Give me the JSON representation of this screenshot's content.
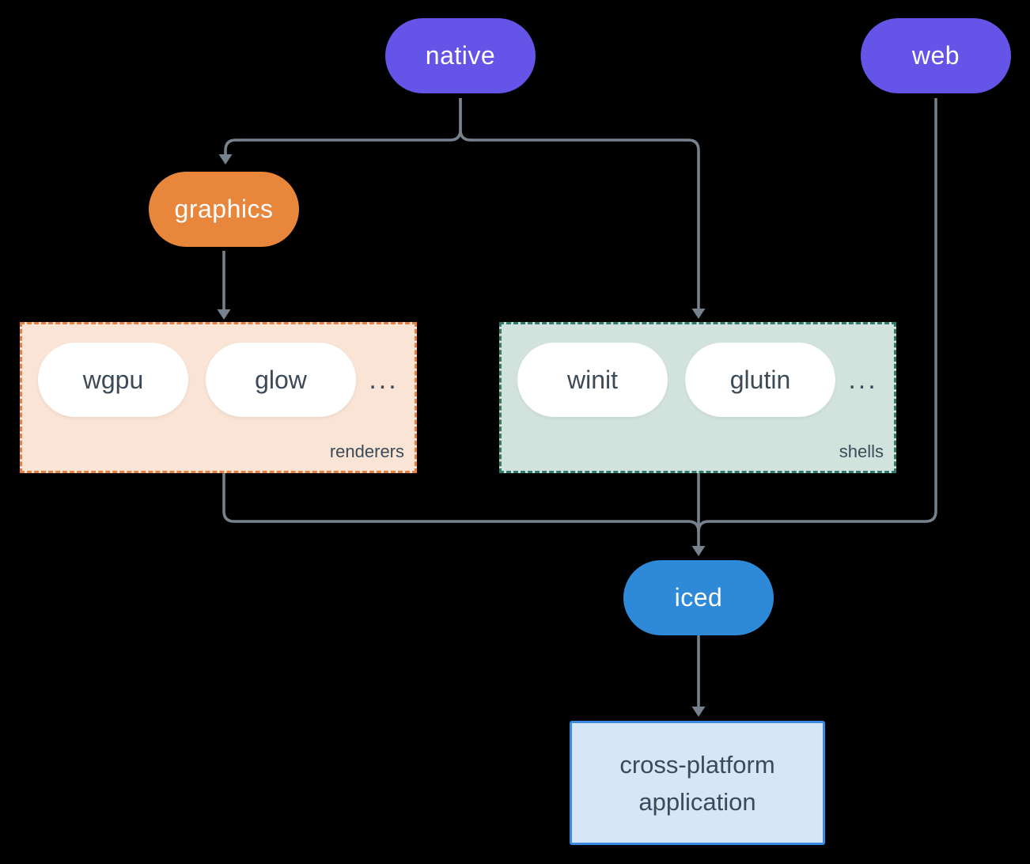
{
  "diagram": {
    "colors": {
      "background": "#000000",
      "line": "#77828F",
      "node-purple": "#6554E8",
      "node-orange": "#E8863C",
      "node-blue": "#2E89D8",
      "node-text-light": "#FFFFFF",
      "text-dark": "#3C4A58",
      "chip-fill": "#FFFFFF",
      "renderers-fill": "#F9E4D5",
      "renderers-border": "#E5813C",
      "shells-fill": "#D2E3DD",
      "shells-border": "#2E7C6D",
      "app-fill": "#D6E6F7",
      "app-border": "#3A8BE0"
    },
    "nodes": {
      "native": "native",
      "web": "web",
      "graphics": "graphics",
      "iced": "iced",
      "application": {
        "line1": "cross-platform",
        "line2": "application"
      }
    },
    "groups": {
      "renderers": {
        "label": "renderers",
        "items": [
          "wgpu",
          "glow"
        ],
        "more": "..."
      },
      "shells": {
        "label": "shells",
        "items": [
          "winit",
          "glutin"
        ],
        "more": "..."
      }
    },
    "edges": [
      {
        "from": "native",
        "to": "graphics"
      },
      {
        "from": "native",
        "to": "shells"
      },
      {
        "from": "graphics",
        "to": "renderers"
      },
      {
        "from": "renderers",
        "to": "iced"
      },
      {
        "from": "shells",
        "to": "iced"
      },
      {
        "from": "web",
        "to": "iced"
      },
      {
        "from": "iced",
        "to": "application"
      }
    ]
  }
}
